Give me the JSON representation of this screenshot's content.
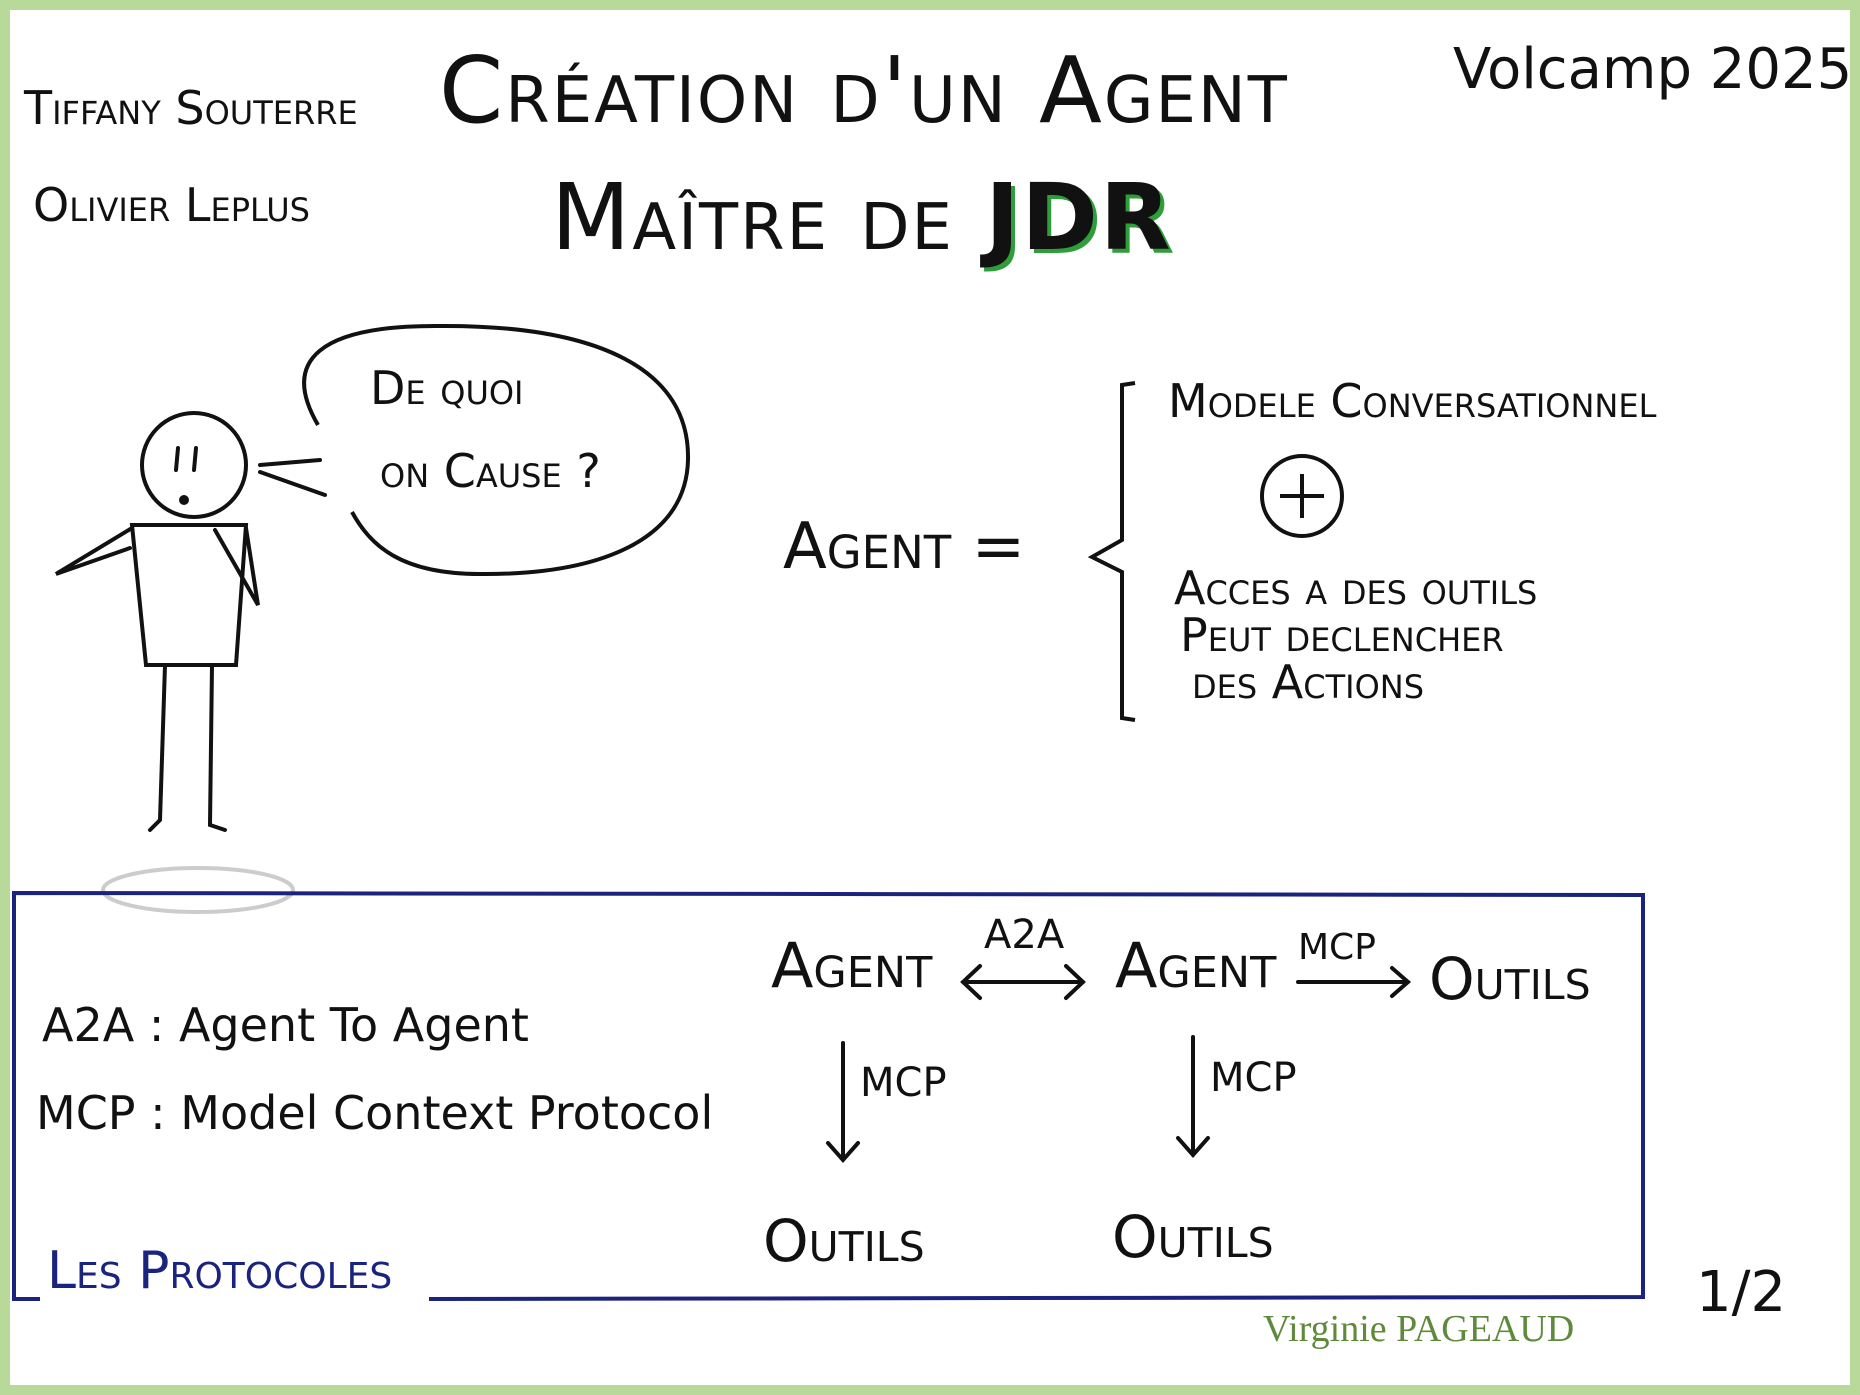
{
  "authors": [
    "Tiffany Souterre",
    "Olivier Leplus"
  ],
  "title": {
    "line1": "Création d'un Agent",
    "line2_prefix": "Maître de ",
    "line2_highlight": "JDR"
  },
  "event": "Volcamp 2025",
  "speech_bubble": {
    "line1": "De quoi",
    "line2": "on Cause ?"
  },
  "definition": {
    "lhs": "Agent =",
    "item1": "Modele Conversationnel",
    "plus": "+",
    "item2_lines": [
      "Acces a des outils",
      "Peut declencher",
      "des Actions"
    ]
  },
  "protocols": {
    "section_title": "Les Protocoles",
    "legend": [
      "A2A : Agent To Agent",
      "MCP : Model Context Protocol"
    ],
    "nodes": {
      "agent": "Agent",
      "tools": "Outils"
    },
    "edges": {
      "a2a": "A2A",
      "mcp": "MCP"
    }
  },
  "page_number": "1/2",
  "signature": "Virginie PAGEAUD",
  "colors": {
    "frame": "#b9d99a",
    "protocol_blue": "#1a237e",
    "jdr_green": "#2e9e3a",
    "signature": "#5f8a3c"
  }
}
